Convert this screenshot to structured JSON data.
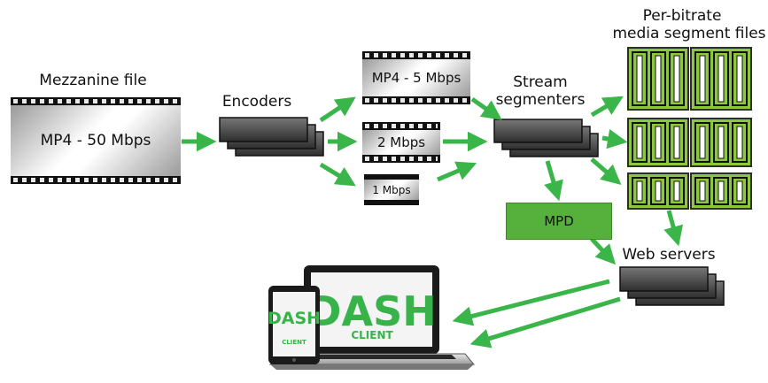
{
  "labels": {
    "mezzanine_title": "Mezzanine file",
    "mezzanine_file": "MP4 - 50 Mbps",
    "encoders": "Encoders",
    "rendition_high": "MP4 - 5 Mbps",
    "rendition_mid": "2 Mbps",
    "rendition_low": "1 Mbps",
    "segmenters_line1": "Stream",
    "segmenters_line2": "segmenters",
    "segments_line1": "Per-bitrate",
    "segments_line2": "media segment files",
    "mpd": "MPD",
    "web_servers": "Web servers",
    "client_dash": "DASH",
    "client_word": "CLIENT"
  },
  "colors": {
    "arrow": "#3ab54a",
    "mpd_fill": "#55b13b",
    "segment_fill": "#8dc63f",
    "dash_logo": "#37b34a",
    "server_box": "#4a4a4a"
  }
}
